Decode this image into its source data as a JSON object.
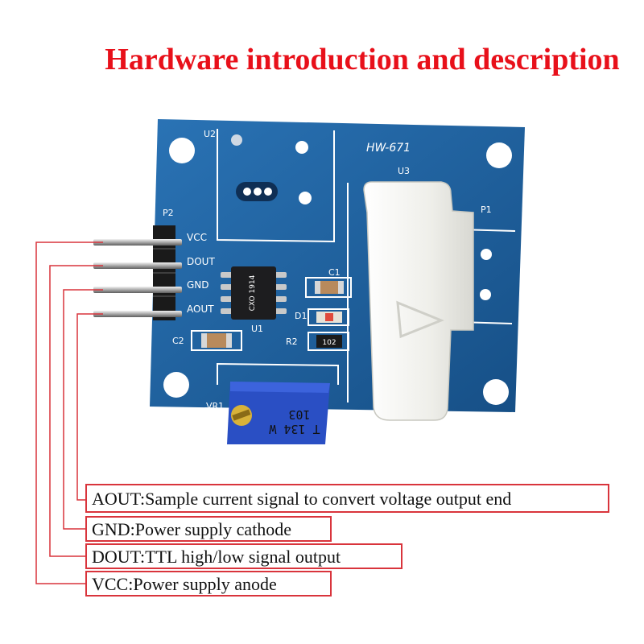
{
  "title": "Hardware introduction and description",
  "board": {
    "model": "HW-671",
    "labels": {
      "u2": "U2",
      "u3": "U3",
      "u1": "U1",
      "p1": "P1",
      "p2": "P2",
      "c1": "C1",
      "c2": "C2",
      "d1": "D1",
      "r2": "R2",
      "vr1": "VR1"
    },
    "pins": [
      "VCC",
      "DOUT",
      "GND",
      "AOUT"
    ],
    "resistor_code": "102",
    "chip_marking": "CXO 1914",
    "pot_marking_1": "103",
    "pot_marking_2": "T 134 W"
  },
  "descriptions": [
    "AOUT:Sample current signal to convert voltage output end",
    "GND:Power supply cathode",
    "DOUT:TTL high/low signal output",
    "VCC:Power supply anode"
  ],
  "colors": {
    "board": "#1c5f9c",
    "title": "#e8101a",
    "leader": "#d9343c",
    "sensor": "#f2f2ee",
    "potentiometer": "#2a4fc4"
  }
}
